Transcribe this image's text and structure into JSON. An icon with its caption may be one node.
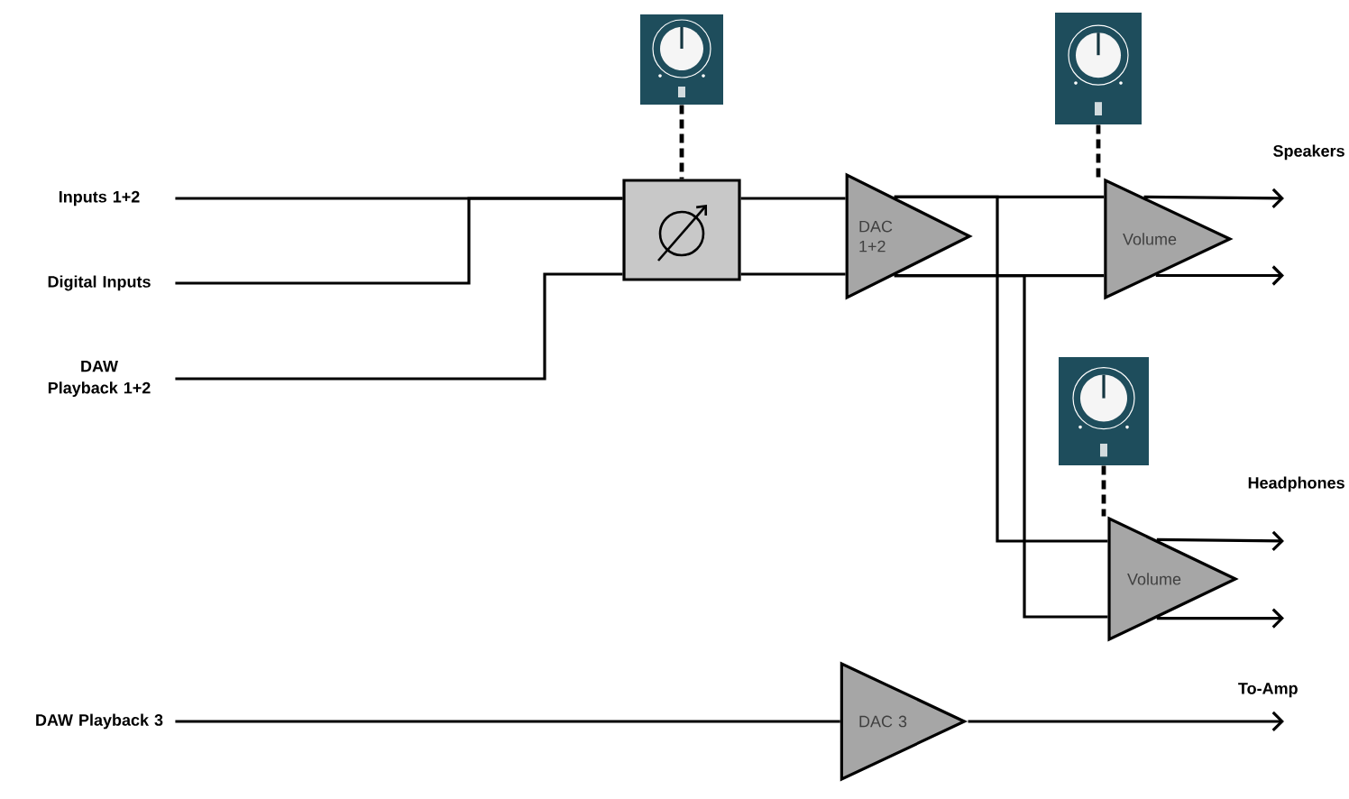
{
  "diagram": {
    "nodes": [
      {
        "text": [
          "Inputs 1+2"
        ]
      },
      {
        "text": [
          "Digital Inputs"
        ]
      },
      {
        "text": [
          "DAW Playback 1+2"
        ]
      },
      {
        "text": [],
        "shape": "picture"
      },
      {
        "text": [],
        "shape": "box"
      },
      {
        "text": [
          "DAC 1+2"
        ]
      },
      {
        "text": [],
        "shape": "picture"
      },
      {
        "text": [
          "Volume"
        ]
      },
      {
        "text": [],
        "shape": "picture"
      },
      {
        "text": [
          "Volume"
        ]
      },
      {
        "text": [
          "DAW Playback 3"
        ]
      },
      {
        "text": [
          "DAC 3"
        ]
      },
      {
        "text": [
          "Speakers"
        ]
      },
      {
        "text": [
          "Headphones"
        ]
      },
      {
        "text": [
          "To-Amp"
        ]
      }
    ],
    "edges": [
      {
        "from": 0,
        "to": 4,
        "arrow": "none"
      },
      {
        "from": 1,
        "to": 4,
        "arrow": "none"
      },
      {
        "from": 2,
        "to": 4,
        "arrow": "none"
      },
      {
        "from": 3,
        "to": 4,
        "arrow": "none",
        "style": "dashed"
      },
      {
        "from": 4,
        "to": 5,
        "arrow": "none"
      },
      {
        "from": 4,
        "to": 5,
        "arrow": "none"
      },
      {
        "from": 5,
        "to": 7,
        "arrow": "none"
      },
      {
        "from": 5,
        "to": 7,
        "arrow": "none"
      },
      {
        "from": 5,
        "to": 9,
        "arrow": "none"
      },
      {
        "from": 5,
        "to": 9,
        "arrow": "none"
      },
      {
        "from": 6,
        "to": 7,
        "arrow": "none",
        "style": "dashed"
      },
      {
        "from": 7,
        "to": 12,
        "arrow": "to"
      },
      {
        "from": 7,
        "to": null,
        "arrow": "to"
      },
      {
        "from": 8,
        "to": 9,
        "arrow": "none",
        "style": "dashed"
      },
      {
        "from": 9,
        "to": 13,
        "arrow": "to"
      },
      {
        "from": 9,
        "to": null,
        "arrow": "to"
      },
      {
        "from": 10,
        "to": 11,
        "arrow": "none"
      },
      {
        "from": 11,
        "to": 14,
        "arrow": "to"
      }
    ]
  }
}
